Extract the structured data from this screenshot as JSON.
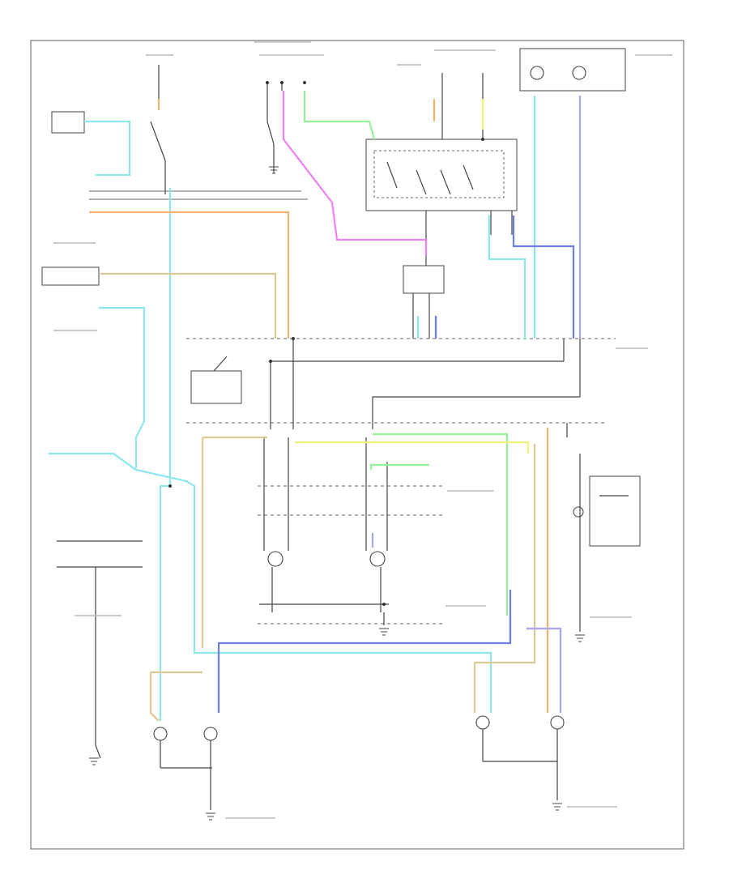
{
  "diagram": {
    "colors": {
      "frame": "#777777",
      "black_wire": "#444444",
      "light_blue": "#8ee6ee",
      "pink": "#f07ff0",
      "green": "#96f096",
      "orange": "#f2b36e",
      "tan": "#dcc890",
      "yellow": "#f0f07a",
      "blue": "#6c7fe6",
      "violet": "#a7a7f0"
    },
    "corner_label": "",
    "components": [
      {
        "id": "fuse-block-top",
        "icon": "fuse-icon"
      },
      {
        "id": "headlamp-switch",
        "icon": "switch-icon"
      },
      {
        "id": "hazard-flasher",
        "icon": "relay-icon"
      },
      {
        "id": "turn-signal-switch",
        "icon": "switch-icon"
      },
      {
        "id": "instrument-cluster-indicators",
        "icon": "lamp-icon"
      },
      {
        "id": "brake-switch",
        "icon": "switch-icon"
      },
      {
        "id": "front-park-turn-lamps",
        "icon": "lamp-icon"
      },
      {
        "id": "rear-turn-lamps",
        "icon": "lamp-icon"
      },
      {
        "id": "trailer-connector",
        "icon": "connector-icon"
      },
      {
        "id": "ground-points",
        "icon": "ground-icon"
      }
    ]
  }
}
